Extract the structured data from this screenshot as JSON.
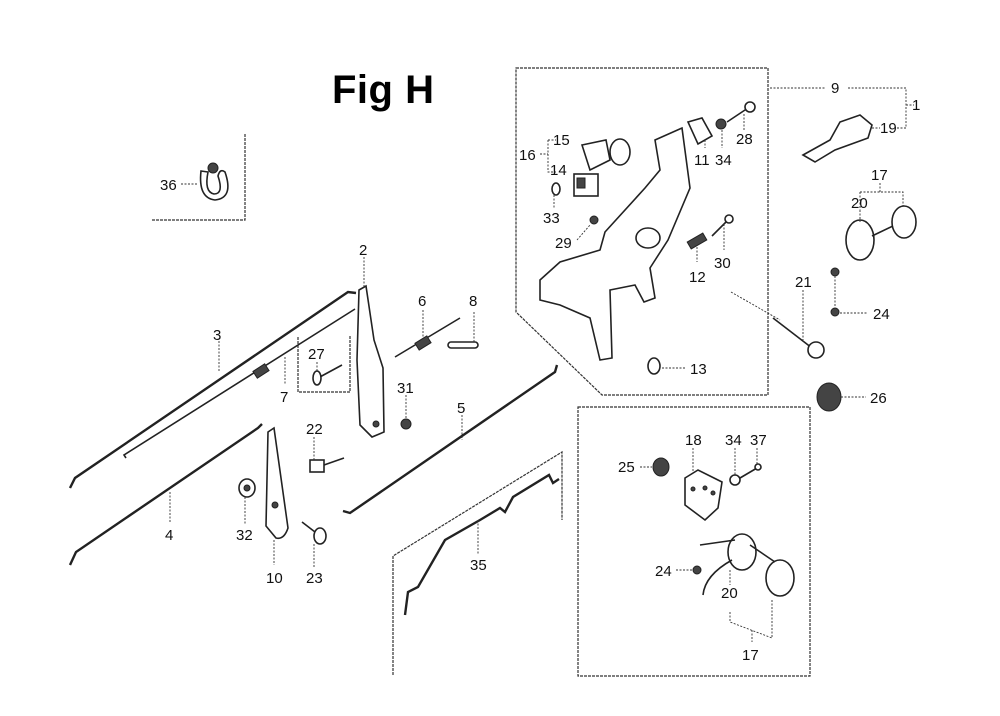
{
  "figure": {
    "title": "Fig H",
    "labels": {
      "p1": "1",
      "p2": "2",
      "p3": "3",
      "p4": "4",
      "p5": "5",
      "p6": "6",
      "p7": "7",
      "p8": "8",
      "p9": "9",
      "p10": "10",
      "p11": "11",
      "p12": "12",
      "p13": "13",
      "p14": "14",
      "p15": "15",
      "p16": "16",
      "p17a": "17",
      "p17b": "17",
      "p18": "18",
      "p19": "19",
      "p20a": "20",
      "p20b": "20",
      "p21": "21",
      "p22": "22",
      "p23": "23",
      "p24a": "24",
      "p24b": "24",
      "p25": "25",
      "p26": "26",
      "p27": "27",
      "p28": "28",
      "p29": "29",
      "p30": "30",
      "p31": "31",
      "p32": "32",
      "p33": "33",
      "p34a": "34",
      "p34b": "34",
      "p35": "35",
      "p36": "36",
      "p37": "37"
    }
  }
}
